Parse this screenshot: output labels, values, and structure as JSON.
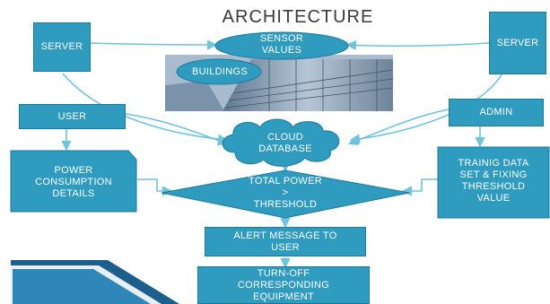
{
  "title": "ARCHITECTURE",
  "nodes": {
    "server_left": "SERVER",
    "server_right": "SERVER",
    "sensor_values": [
      "SENSOR",
      "VALUES"
    ],
    "buildings": "BUILDINGS",
    "user": "USER",
    "admin": "ADMIN",
    "cloud_database": [
      "CLOUD",
      "DATABASE"
    ],
    "power_consumption": [
      "POWER",
      "CONSUMPTION",
      "DETAILS"
    ],
    "decision": [
      "TOTAL POWER",
      ">",
      "THRESHOLD"
    ],
    "training": [
      "TRAINIG DATA",
      "SET & FIXING",
      "THRESHOLD",
      "VALUE"
    ],
    "alert": [
      "ALERT MESSAGE TO",
      "USER"
    ],
    "turn_off": [
      "TURN-OFF",
      "CORRESPONDING",
      "EQUIPMENT"
    ]
  },
  "colors": {
    "box_fill": "#2e9bbf",
    "box_border": "#1b7a9a",
    "arrow": "#6fc3db",
    "text": "#ffffff",
    "title": "#3a3a3a"
  }
}
